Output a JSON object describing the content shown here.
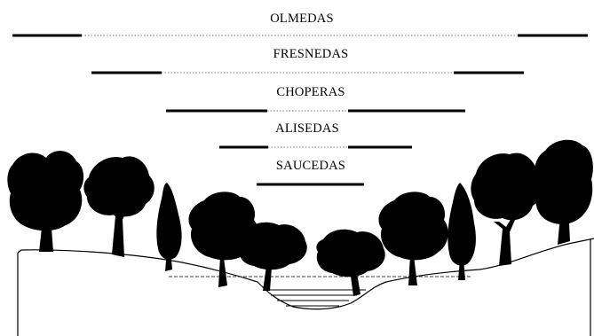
{
  "diagram": {
    "zones": [
      {
        "id": "olmedas",
        "label": "OLMEDAS"
      },
      {
        "id": "fresnedas",
        "label": "FRESNEDAS"
      },
      {
        "id": "choperas",
        "label": "CHOPERAS"
      },
      {
        "id": "alisedas",
        "label": "ALISEDAS"
      },
      {
        "id": "saucedas",
        "label": "SAUCEDAS"
      }
    ],
    "colors": {
      "ink": "#000000",
      "background": "#ffffff",
      "dotted": "#555555"
    }
  }
}
